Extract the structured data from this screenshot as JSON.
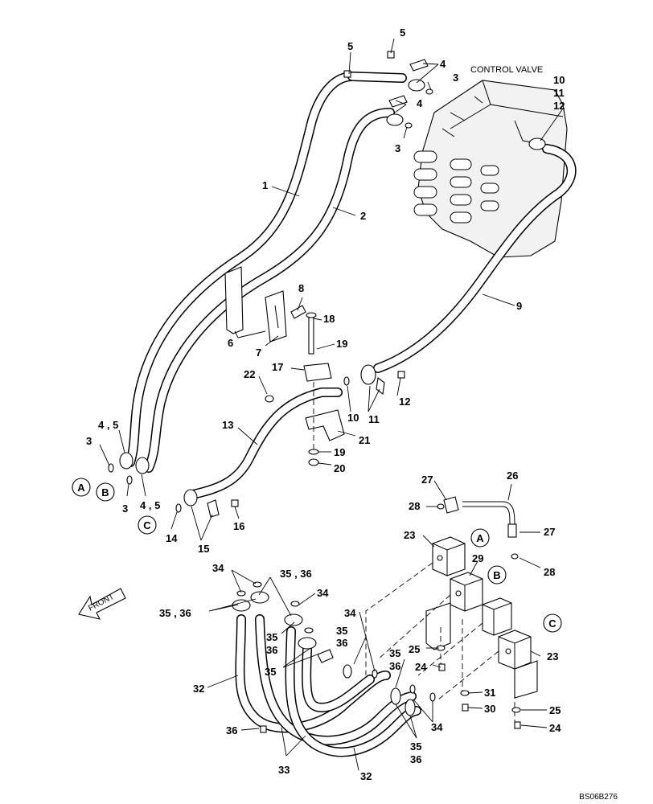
{
  "title_label": "CONTROL VALVE",
  "direction_label": "FRONT",
  "drawing_code": "BS06B276",
  "callouts": [
    {
      "id": "c5a",
      "text": "5"
    },
    {
      "id": "c5b",
      "text": "5"
    },
    {
      "id": "c4a",
      "text": "4"
    },
    {
      "id": "c3a",
      "text": "3"
    },
    {
      "id": "c4b",
      "text": "4"
    },
    {
      "id": "c3b",
      "text": "3"
    },
    {
      "id": "c10a",
      "text": "10"
    },
    {
      "id": "c11a",
      "text": "11"
    },
    {
      "id": "c12a",
      "text": "12"
    },
    {
      "id": "c1",
      "text": "1"
    },
    {
      "id": "c2",
      "text": "2"
    },
    {
      "id": "c9",
      "text": "9"
    },
    {
      "id": "c8",
      "text": "8"
    },
    {
      "id": "c6",
      "text": "6"
    },
    {
      "id": "c7",
      "text": "7"
    },
    {
      "id": "c18",
      "text": "18"
    },
    {
      "id": "c19a",
      "text": "19"
    },
    {
      "id": "c17",
      "text": "17"
    },
    {
      "id": "c22",
      "text": "22"
    },
    {
      "id": "c12b",
      "text": "12"
    },
    {
      "id": "c10b",
      "text": "10"
    },
    {
      "id": "c11b",
      "text": "11"
    },
    {
      "id": "c13",
      "text": "13"
    },
    {
      "id": "c21",
      "text": "21"
    },
    {
      "id": "c19b",
      "text": "19"
    },
    {
      "id": "c20",
      "text": "20"
    },
    {
      "id": "c45a",
      "text": "4 , 5"
    },
    {
      "id": "c3c",
      "text": "3"
    },
    {
      "id": "c3d",
      "text": "3"
    },
    {
      "id": "c45b",
      "text": "4 , 5"
    },
    {
      "id": "c14",
      "text": "14"
    },
    {
      "id": "c15",
      "text": "15"
    },
    {
      "id": "c16",
      "text": "16"
    },
    {
      "id": "c27a",
      "text": "27"
    },
    {
      "id": "c26",
      "text": "26"
    },
    {
      "id": "c28a",
      "text": "28"
    },
    {
      "id": "c27b",
      "text": "27"
    },
    {
      "id": "c23a",
      "text": "23"
    },
    {
      "id": "c29",
      "text": "29"
    },
    {
      "id": "c28b",
      "text": "28"
    },
    {
      "id": "c34a",
      "text": "34"
    },
    {
      "id": "c3536a",
      "text": "35 , 36"
    },
    {
      "id": "c34b",
      "text": "34"
    },
    {
      "id": "c3536b",
      "text": "35 , 36"
    },
    {
      "id": "c35a",
      "text": "35"
    },
    {
      "id": "c36a",
      "text": "36"
    },
    {
      "id": "c34c",
      "text": "34"
    },
    {
      "id": "c35b",
      "text": "35"
    },
    {
      "id": "c36b",
      "text": "36"
    },
    {
      "id": "c35c",
      "text": "35"
    },
    {
      "id": "c25a",
      "text": "25"
    },
    {
      "id": "c24a",
      "text": "24"
    },
    {
      "id": "c23b",
      "text": "23"
    },
    {
      "id": "c35d",
      "text": "35"
    },
    {
      "id": "c36c",
      "text": "36"
    },
    {
      "id": "c32a",
      "text": "32"
    },
    {
      "id": "c31",
      "text": "31"
    },
    {
      "id": "c30",
      "text": "30"
    },
    {
      "id": "c25b",
      "text": "25"
    },
    {
      "id": "c24b",
      "text": "24"
    },
    {
      "id": "c36d",
      "text": "36"
    },
    {
      "id": "c34d",
      "text": "34"
    },
    {
      "id": "c35e",
      "text": "35"
    },
    {
      "id": "c36e",
      "text": "36"
    },
    {
      "id": "c33",
      "text": "33"
    },
    {
      "id": "c32b",
      "text": "32"
    }
  ],
  "port_markers": [
    {
      "id": "A1",
      "text": "A"
    },
    {
      "id": "B1",
      "text": "B"
    },
    {
      "id": "C1",
      "text": "C"
    },
    {
      "id": "A2",
      "text": "A"
    },
    {
      "id": "B2",
      "text": "B"
    },
    {
      "id": "C2",
      "text": "C"
    }
  ]
}
